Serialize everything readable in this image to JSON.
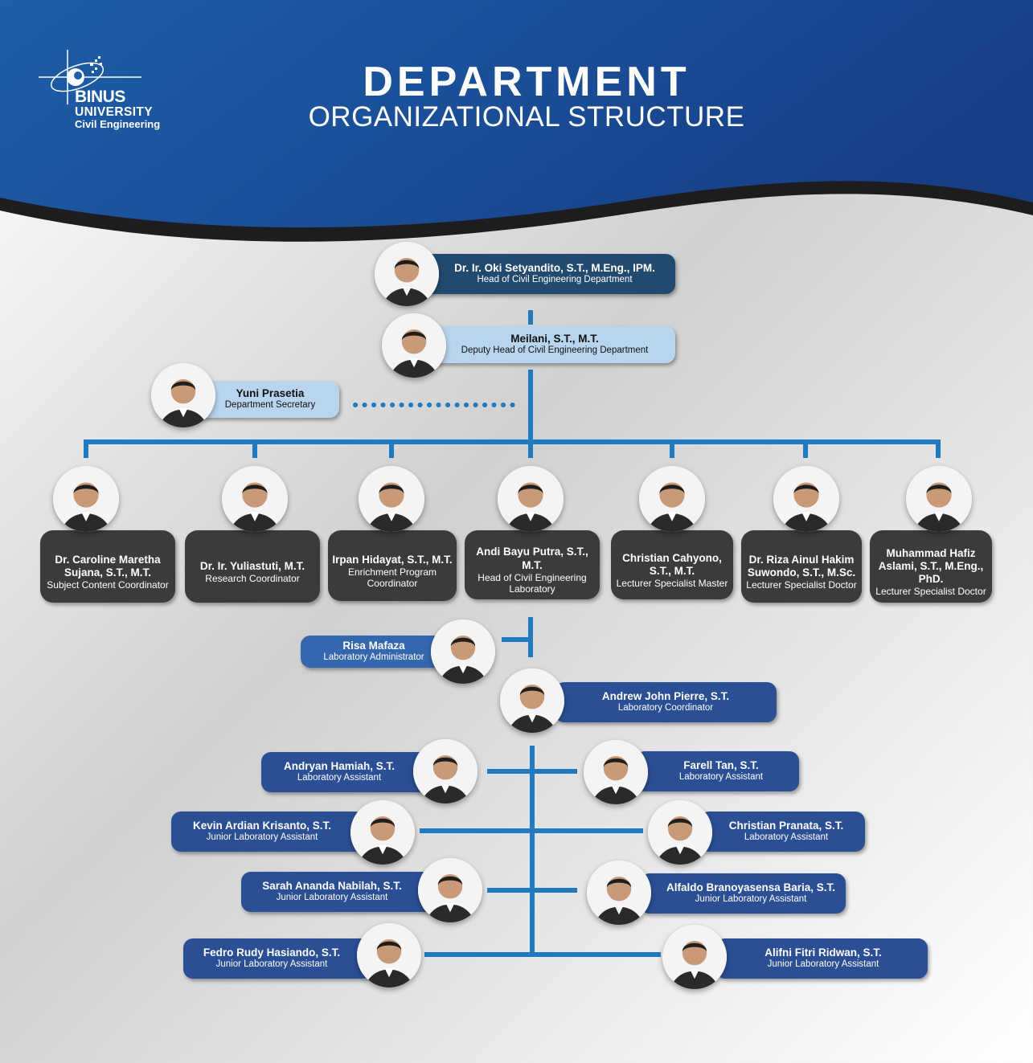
{
  "header": {
    "logo": {
      "brand": "BINUS",
      "university": "UNIVERSITY",
      "faculty": "Civil Engineering"
    },
    "title": "DEPARTMENT",
    "subtitle": "ORGANIZATIONAL STRUCTURE"
  },
  "colors": {
    "navy": "#224a6e",
    "light_blue": "#b9d4ee",
    "blue": "#2b4f95",
    "dark": "#3b3b3b",
    "connector": "#1f7ac0"
  },
  "head": {
    "name": "Dr. Ir. Oki Setyandito, S.T., M.Eng., IPM.",
    "role": "Head of Civil Engineering Department"
  },
  "deputy": {
    "name": "Meilani, S.T., M.T.",
    "role": "Deputy Head of Civil Engineering Department"
  },
  "secretary": {
    "name": "Yuni Prasetia",
    "role": "Department Secretary"
  },
  "coordinators": [
    {
      "name": "Dr. Caroline Maretha Sujana, S.T., M.T.",
      "role": "Subject Content Coordinator"
    },
    {
      "name": "Dr. Ir. Yuliastuti, M.T.",
      "role": "Research Coordinator"
    },
    {
      "name": "Irpan Hidayat, S.T., M.T.",
      "role": "Enrichment Program Coordinator"
    },
    {
      "name": "Andi Bayu Putra, S.T., M.T.",
      "role": "Head of Civil Engineering Laboratory"
    },
    {
      "name": "Christian Cahyono, S.T., M.T.",
      "role": "Lecturer Specialist Master"
    },
    {
      "name": "Dr. Riza Ainul Hakim Suwondo, S.T., M.Sc.",
      "role": "Lecturer Specialist Doctor"
    },
    {
      "name": "Muhammad Hafiz Aslami, S.T., M.Eng., PhD.",
      "role": "Lecturer Specialist Doctor"
    }
  ],
  "lab_admin": {
    "name": "Risa Mafaza",
    "role": "Laboratory Administrator"
  },
  "lab_coordinator": {
    "name": "Andrew John Pierre, S.T.",
    "role": "Laboratory Coordinator"
  },
  "assistants_left": [
    {
      "name": "Andryan Hamiah, S.T.",
      "role": "Laboratory Assistant"
    },
    {
      "name": "Kevin Ardian Krisanto, S.T.",
      "role": "Junior Laboratory Assistant"
    },
    {
      "name": "Sarah Ananda Nabilah, S.T.",
      "role": "Junior Laboratory Assistant"
    },
    {
      "name": "Fedro Rudy Hasiando, S.T.",
      "role": "Junior Laboratory Assistant"
    }
  ],
  "assistants_right": [
    {
      "name": "Farell Tan, S.T.",
      "role": "Laboratory Assistant"
    },
    {
      "name": "Christian Pranata, S.T.",
      "role": "Laboratory Assistant"
    },
    {
      "name": "Alfaldo Branoyasensa Baria, S.T.",
      "role": "Junior Laboratory Assistant"
    },
    {
      "name": "Alifni Fitri Ridwan, S.T.",
      "role": "Junior Laboratory Assistant"
    }
  ]
}
